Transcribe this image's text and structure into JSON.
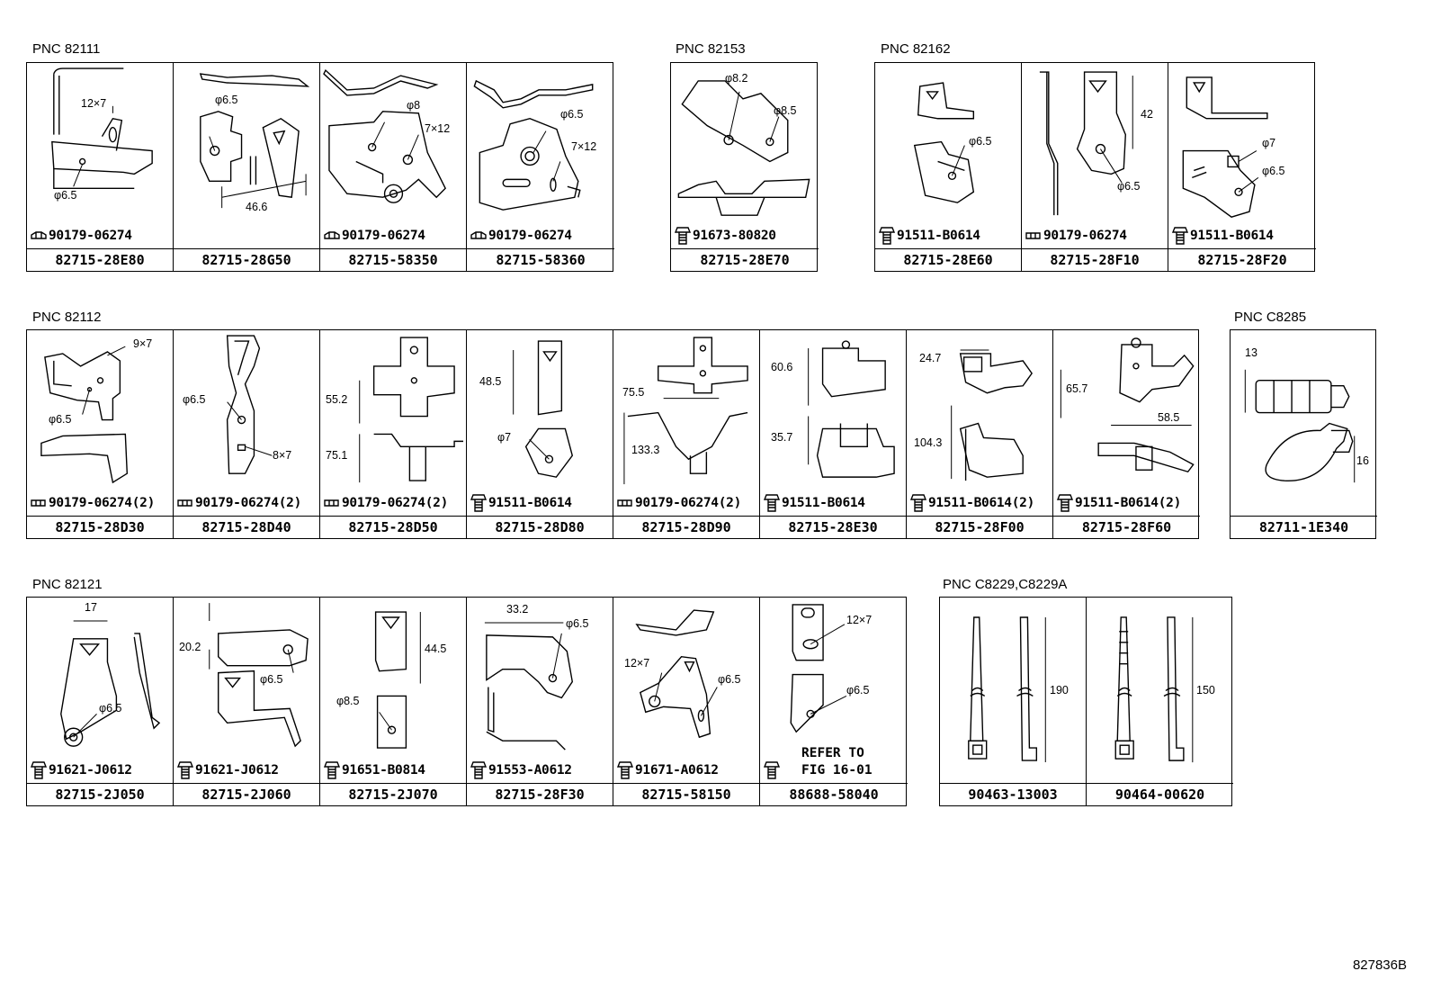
{
  "diagram_id": "827836B",
  "groups": [
    {
      "pnc": "PNC 82111",
      "cells": [
        {
          "part_no": "82715-28E80",
          "fastener": "90179-06274",
          "fastener_icon": "nut-icon",
          "dims": [
            "12×7",
            "φ6.5"
          ]
        },
        {
          "part_no": "82715-28G50",
          "fastener": "",
          "fastener_icon": "",
          "dims": [
            "φ6.5",
            "46.6"
          ]
        },
        {
          "part_no": "82715-58350",
          "fastener": "90179-06274",
          "fastener_icon": "nut-icon",
          "dims": [
            "φ8",
            "7×12"
          ]
        },
        {
          "part_no": "82715-58360",
          "fastener": "90179-06274",
          "fastener_icon": "nut-icon",
          "dims": [
            "φ6.5",
            "7×12"
          ]
        }
      ]
    },
    {
      "pnc": "PNC 82153",
      "cells": [
        {
          "part_no": "82715-28E70",
          "fastener": "91673-80820",
          "fastener_icon": "bolt-icon",
          "dims": [
            "φ8.2",
            "φ8.5"
          ]
        }
      ]
    },
    {
      "pnc": "PNC 82162",
      "cells": [
        {
          "part_no": "82715-28E60",
          "fastener": "91511-B0614",
          "fastener_icon": "bolt-icon",
          "dims": [
            "φ6.5"
          ]
        },
        {
          "part_no": "82715-28F10",
          "fastener": "90179-06274",
          "fastener_icon": "nut-side-icon",
          "dims": [
            "42",
            "φ6.5"
          ]
        },
        {
          "part_no": "82715-28F20",
          "fastener": "91511-B0614",
          "fastener_icon": "bolt-icon",
          "dims": [
            "φ7",
            "φ6.5"
          ]
        }
      ]
    },
    {
      "pnc": "PNC 82112",
      "cells": [
        {
          "part_no": "82715-28D30",
          "fastener": "90179-06274(2)",
          "fastener_icon": "nut-side-icon",
          "dims": [
            "9×7",
            "φ6.5"
          ]
        },
        {
          "part_no": "82715-28D40",
          "fastener": "90179-06274(2)",
          "fastener_icon": "nut-side-icon",
          "dims": [
            "φ6.5",
            "8×7"
          ]
        },
        {
          "part_no": "82715-28D50",
          "fastener": "90179-06274(2)",
          "fastener_icon": "nut-side-icon",
          "dims": [
            "55.2",
            "75.1"
          ]
        },
        {
          "part_no": "82715-28D80",
          "fastener": "91511-B0614",
          "fastener_icon": "bolt-icon",
          "dims": [
            "48.5",
            "φ7"
          ]
        },
        {
          "part_no": "82715-28D90",
          "fastener": "90179-06274(2)",
          "fastener_icon": "nut-side-icon",
          "dims": [
            "75.5",
            "133.3"
          ]
        },
        {
          "part_no": "82715-28E30",
          "fastener": "91511-B0614",
          "fastener_icon": "bolt-icon",
          "dims": [
            "60.6",
            "35.7"
          ]
        },
        {
          "part_no": "82715-28F00",
          "fastener": "91511-B0614(2)",
          "fastener_icon": "bolt-icon",
          "dims": [
            "24.7",
            "104.3"
          ]
        },
        {
          "part_no": "82715-28F60",
          "fastener": "91511-B0614(2)",
          "fastener_icon": "bolt-icon",
          "dims": [
            "65.7",
            "58.5"
          ]
        }
      ]
    },
    {
      "pnc": "PNC C8285",
      "cells": [
        {
          "part_no": "82711-1E340",
          "fastener": "",
          "fastener_icon": "",
          "dims": [
            "13",
            "16"
          ]
        }
      ]
    },
    {
      "pnc": "PNC 82121",
      "cells": [
        {
          "part_no": "82715-2J050",
          "fastener": "91621-J0612",
          "fastener_icon": "bolt-icon",
          "dims": [
            "17",
            "φ6.5"
          ]
        },
        {
          "part_no": "82715-2J060",
          "fastener": "91621-J0612",
          "fastener_icon": "bolt-icon",
          "dims": [
            "20.2",
            "φ6.5"
          ]
        },
        {
          "part_no": "82715-2J070",
          "fastener": "91651-B0814",
          "fastener_icon": "bolt-icon",
          "dims": [
            "44.5",
            "φ8.5"
          ]
        },
        {
          "part_no": "82715-28F30",
          "fastener": "91553-A0612",
          "fastener_icon": "bolt-icon",
          "dims": [
            "33.2",
            "φ6.5"
          ]
        },
        {
          "part_no": "82715-58150",
          "fastener": "91671-A0612",
          "fastener_icon": "bolt-icon",
          "dims": [
            "12×7",
            "φ6.5"
          ]
        },
        {
          "part_no": "88688-58040",
          "fastener": "",
          "fastener_icon": "bolt-icon",
          "refer": [
            "REFER TO",
            "FIG 16-01"
          ],
          "dims": [
            "12×7",
            "φ6.5"
          ]
        }
      ]
    },
    {
      "pnc": "PNC C8229,C8229A",
      "cells": [
        {
          "part_no": "90463-13003",
          "fastener": "",
          "fastener_icon": "",
          "dims": [
            "190"
          ]
        },
        {
          "part_no": "90464-00620",
          "fastener": "",
          "fastener_icon": "",
          "dims": [
            "150"
          ]
        }
      ]
    }
  ]
}
